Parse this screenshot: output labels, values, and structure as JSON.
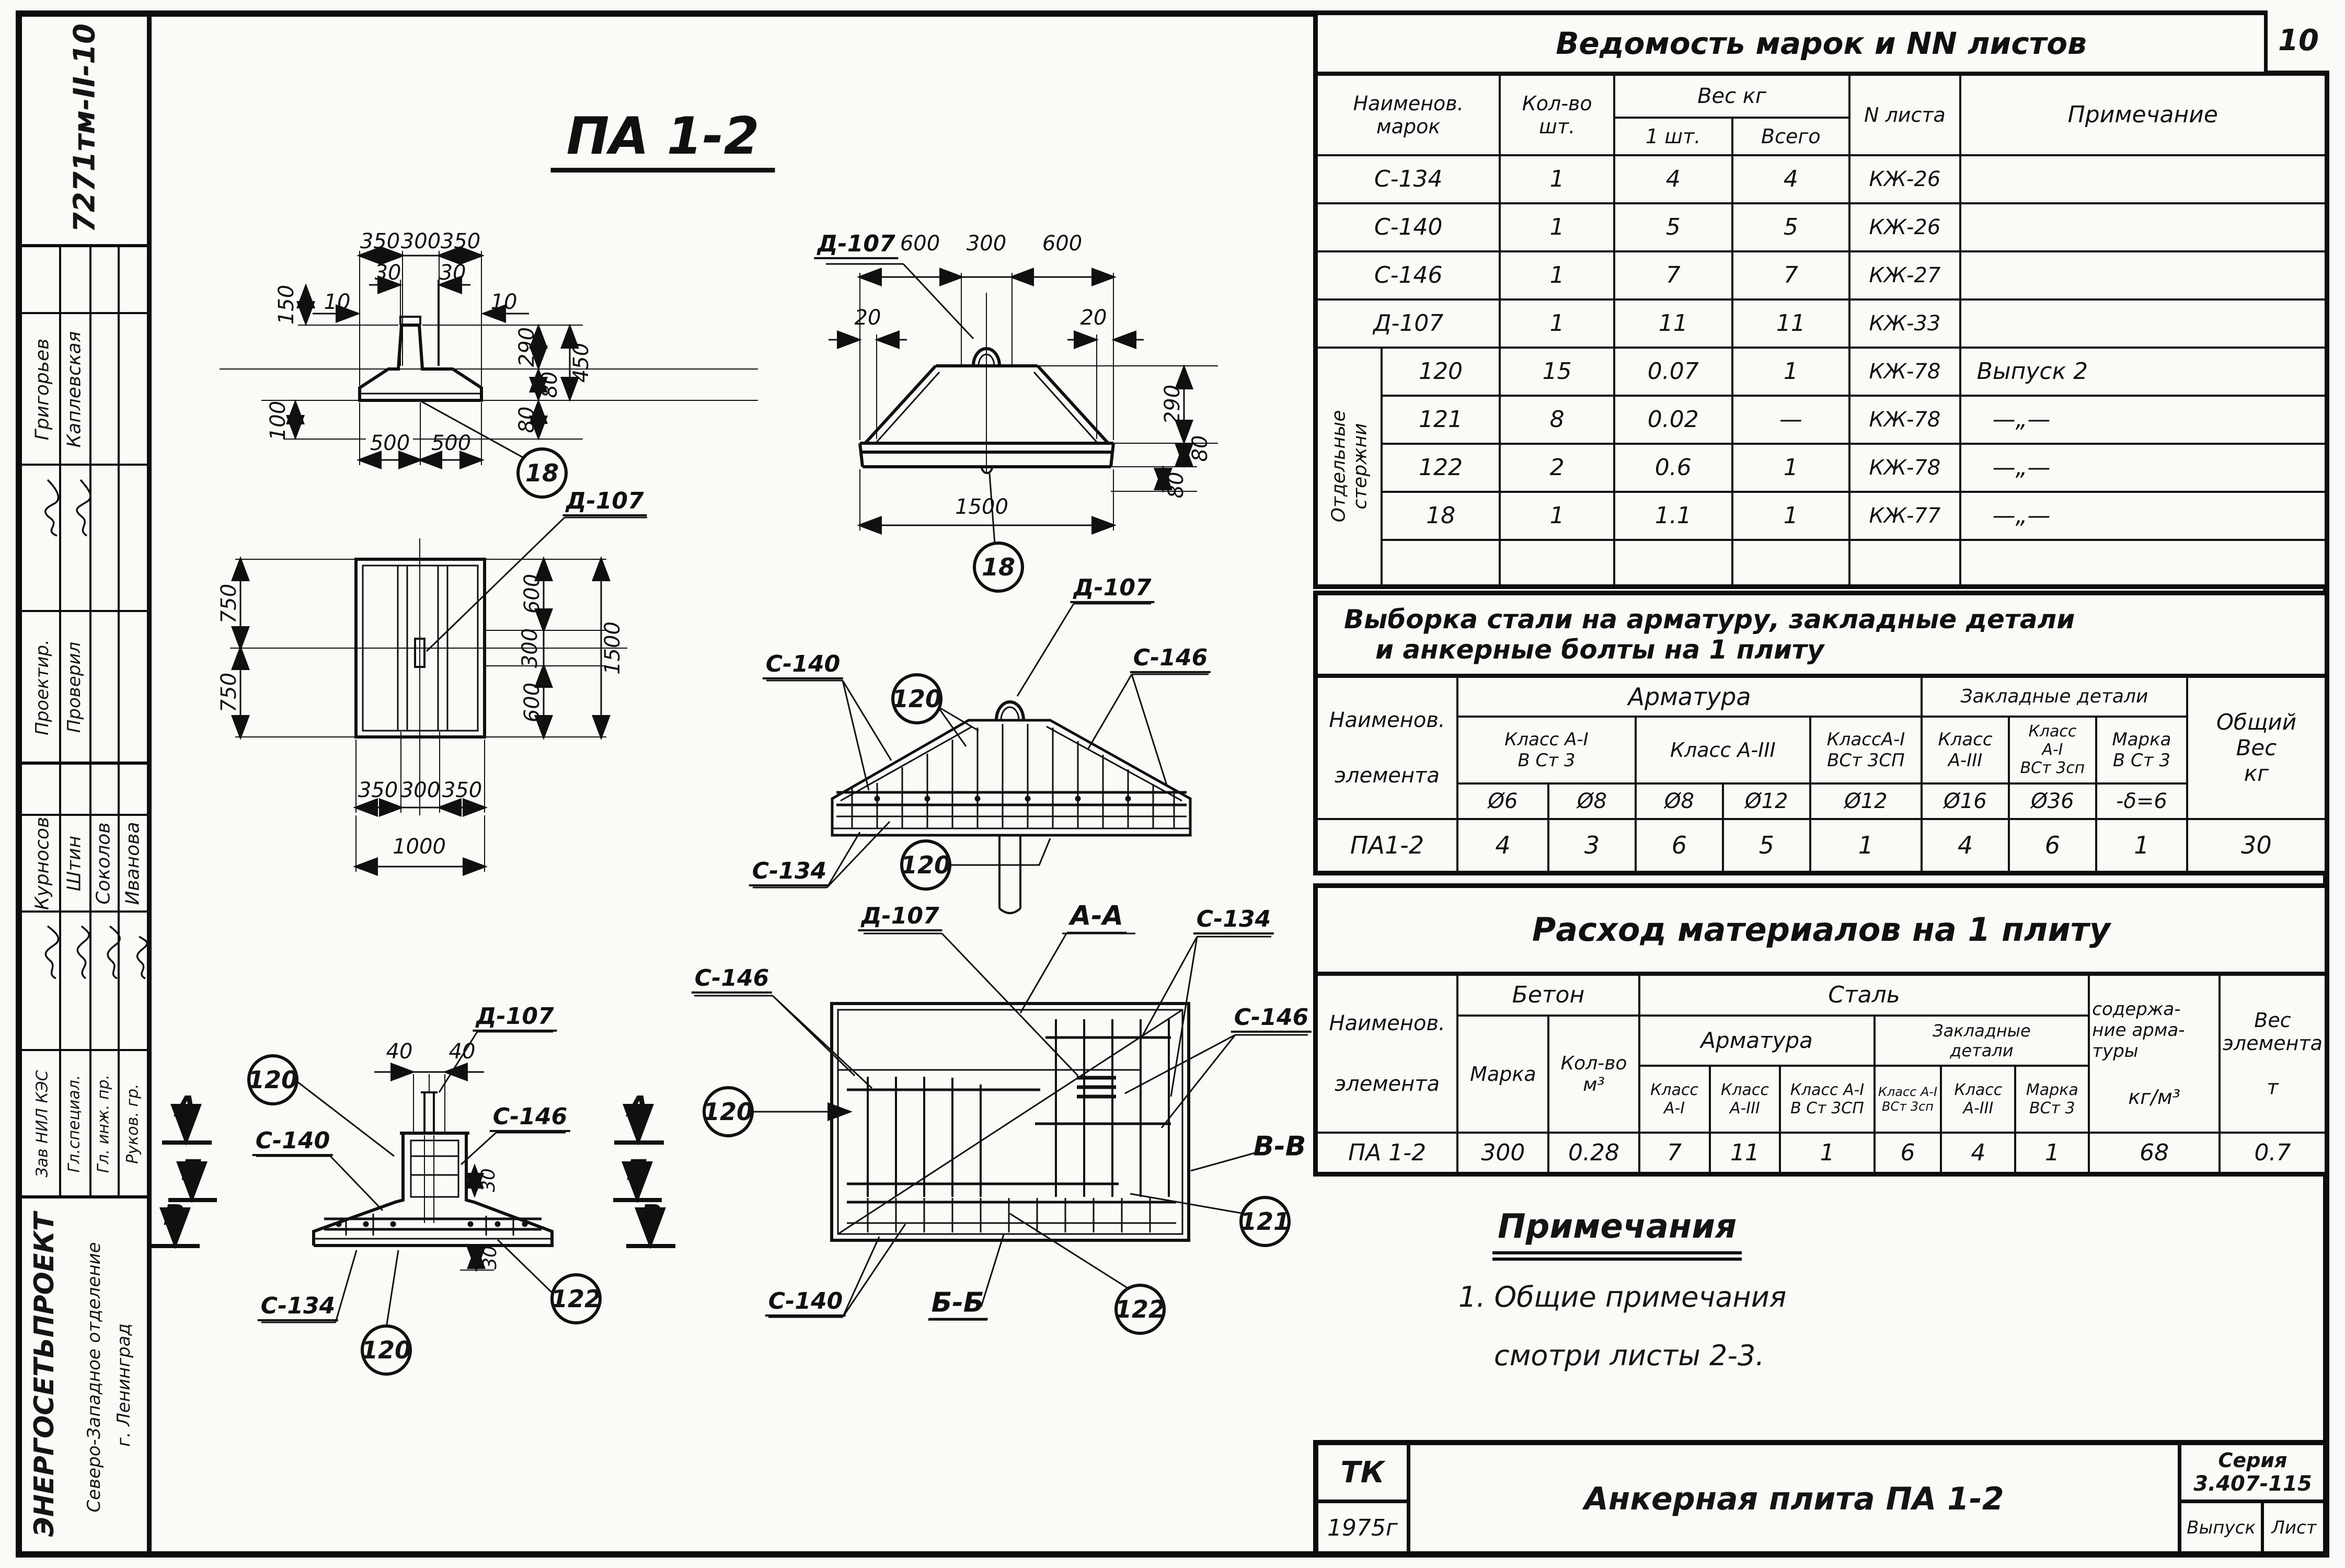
{
  "sheet": {
    "page_number": "10"
  },
  "stamp_column": {
    "doc_number": "7271тм-II-10",
    "rows": [
      {
        "role": "Проектир.",
        "name": "Григорьев"
      },
      {
        "role": "Проверил",
        "name": "Каплевская"
      },
      {
        "role": "Зав НИЛ КЭС",
        "name": "Курносов"
      },
      {
        "role": "Гл.специал.",
        "name": "Штин"
      },
      {
        "role": "Гл. инж. пр.",
        "name": "Соколов"
      },
      {
        "role": "Руков. гр.",
        "name": "Иванова"
      }
    ],
    "organization": "ЭНЕРГОСЕТЬПРОЕКТ",
    "branch": "Северо-Западное отделение",
    "city": "г. Ленинград"
  },
  "marks_table": {
    "title": "Ведомость  марок  и  NN листов",
    "col_name_1": "Наименов.",
    "col_name_2": "марок",
    "col_qty_1": "Кол-во",
    "col_qty_2": "шт.",
    "col_weight": "Вес  кг",
    "col_weight_one": "1 шт.",
    "col_weight_all": "Всего",
    "col_sheet": "N листа",
    "col_note": "Примечание",
    "group_label_1": "Отдельные",
    "group_label_2": "стержни",
    "rows": [
      {
        "mark": "С-134",
        "qty": "1",
        "one": "4",
        "all": "4",
        "sheet": "КЖ-26",
        "note": ""
      },
      {
        "mark": "С-140",
        "qty": "1",
        "one": "5",
        "all": "5",
        "sheet": "КЖ-26",
        "note": ""
      },
      {
        "mark": "С-146",
        "qty": "1",
        "one": "7",
        "all": "7",
        "sheet": "КЖ-27",
        "note": ""
      },
      {
        "mark": "Д-107",
        "qty": "1",
        "one": "11",
        "all": "11",
        "sheet": "КЖ-33",
        "note": ""
      },
      {
        "mark": "120",
        "qty": "15",
        "one": "0.07",
        "all": "1",
        "sheet": "КЖ-78",
        "note": "Выпуск 2"
      },
      {
        "mark": "121",
        "qty": "8",
        "one": "0.02",
        "all": "—",
        "sheet": "КЖ-78",
        "note": "—„—"
      },
      {
        "mark": "122",
        "qty": "2",
        "one": "0.6",
        "all": "1",
        "sheet": "КЖ-78",
        "note": "—„—"
      },
      {
        "mark": "18",
        "qty": "1",
        "one": "1.1",
        "all": "1",
        "sheet": "КЖ-77",
        "note": "—„—"
      }
    ]
  },
  "steel_table": {
    "title_1": "Выборка стали на арматуру, закладные  детали",
    "title_2": "и  анкерные  болты  на  1 плиту",
    "col_name_1": "Наименов.",
    "col_name_2": "элемента",
    "armature": "Арматура",
    "embedded": "Закладные детали",
    "total_1": "Общий",
    "total_2": "Вес",
    "total_3": "кг",
    "cls1_1": "Класс А-I",
    "cls1_2": "В Ст 3",
    "cls2": "Класс А-III",
    "cls3_1": "КлассА-I",
    "cls3_2": "ВСт 3СП",
    "cls4_1": "Класс",
    "cls4_2": "А-III",
    "cls5_1": "Класс",
    "cls5_2": "А-I",
    "cls5_3": "ВСт 3сп",
    "cls6_1": "Марка",
    "cls6_2": "В Ст 3",
    "d1": "Ø6",
    "d2": "Ø8",
    "d3": "Ø8",
    "d4": "Ø12",
    "d5": "Ø12",
    "d6": "Ø16",
    "d7": "Ø36",
    "d8": "-δ=6",
    "row_name": "ПА1-2",
    "v1": "4",
    "v2": "3",
    "v3": "6",
    "v4": "5",
    "v5": "1",
    "v6": "4",
    "v7": "6",
    "v8": "1",
    "total_value": "30"
  },
  "materials_table": {
    "title": "Расход  материалов  на  1 плиту",
    "col_name_1": "Наименов.",
    "col_name_2": "элемента",
    "concrete": "Бетон",
    "steel": "Сталь",
    "col_grade": "Марка",
    "col_vol_1": "Кол-во",
    "col_vol_2": "м³",
    "armature": "Арматура",
    "embedded_1": "Закладные",
    "embedded_2": "детали",
    "cls1_1": "Класс",
    "cls1_2": "А-I",
    "cls2_1": "Класс",
    "cls2_2": "А-III",
    "cls3_1": "Класс А-I",
    "cls3_2": "В Ст 3СП",
    "cls4_1": "Класс А-I",
    "cls4_2": "ВСт 3сп",
    "cls5_1": "Класс",
    "cls5_2": "А-III",
    "cls6_1": "Марка",
    "cls6_2": "ВСт 3",
    "content_1": "содержа-",
    "content_2": "ние арма-",
    "content_3": "туры",
    "content_4": "кг/м³",
    "weight_1": "Вес",
    "weight_2": "элемента",
    "weight_3": "т",
    "row_name": "ПА 1-2",
    "grade": "300",
    "volume": "0.28",
    "v1": "7",
    "v2": "11",
    "v3": "1",
    "v4": "6",
    "v5": "4",
    "v6": "1",
    "content_value": "68",
    "weight_value": "0.7"
  },
  "notes": {
    "heading": "Примечания",
    "line_1": "1. Общие   примечания",
    "line_2": "смотри листы 2-3."
  },
  "title_block": {
    "stamp": "ТК",
    "year": "1975г",
    "title": "Анкерная  плита  ПА 1-2",
    "series_label": "Серия",
    "series_value": "3.407-115",
    "issue_label": "Выпуск",
    "sheet_label": "Лист"
  },
  "drawings": {
    "main_title": "ПА 1-2",
    "front": {
      "d350a": "350",
      "d300": "300",
      "d350b": "350",
      "d30a": "30",
      "d30b": "30",
      "d10a": "10",
      "d10b": "10",
      "d150": "150",
      "d100": "100",
      "d290": "290",
      "d80a": "80",
      "d450": "450",
      "d80b": "80",
      "d500a": "500",
      "d500b": "500",
      "balloon": "18"
    },
    "side": {
      "label": "Д-107",
      "d600a": "600",
      "d300": "300",
      "d600b": "600",
      "d20a": "20",
      "d20b": "20",
      "d290": "290",
      "d80a": "80",
      "d80b": "80",
      "d1500": "1500",
      "balloon": "18"
    },
    "plan": {
      "label": "Д-107",
      "d750a": "750",
      "d750b": "750",
      "d600a": "600",
      "d300": "300",
      "d600b": "600",
      "d1500": "1500",
      "d350a": "350",
      "d300b": "300",
      "d350b": "350",
      "d1000": "1000"
    },
    "reinf": {
      "c140": "С-140",
      "d107": "Д-107",
      "c146": "С-146",
      "c134": "С-134",
      "b_top": "120",
      "b_bot": "120"
    },
    "section": {
      "b_left": "120",
      "d40a": "40",
      "d40b": "40",
      "d107": "Д-107",
      "c146": "С-146",
      "c140": "С-140",
      "c134": "С-134",
      "d30a": "30",
      "d30b": "30",
      "b_right": "122",
      "b_bot": "120",
      "mk_a": "А",
      "mk_b": "Б",
      "mk_v": "В"
    },
    "plan_aa": {
      "d107": "Д-107",
      "aa": "А-А",
      "c134": "С-134",
      "c146a": "С-146",
      "c146b": "С-146",
      "b120": "120",
      "vv": "В-В",
      "b121": "121",
      "b122": "122",
      "c140": "С-140",
      "bb": "Б-Б"
    }
  }
}
